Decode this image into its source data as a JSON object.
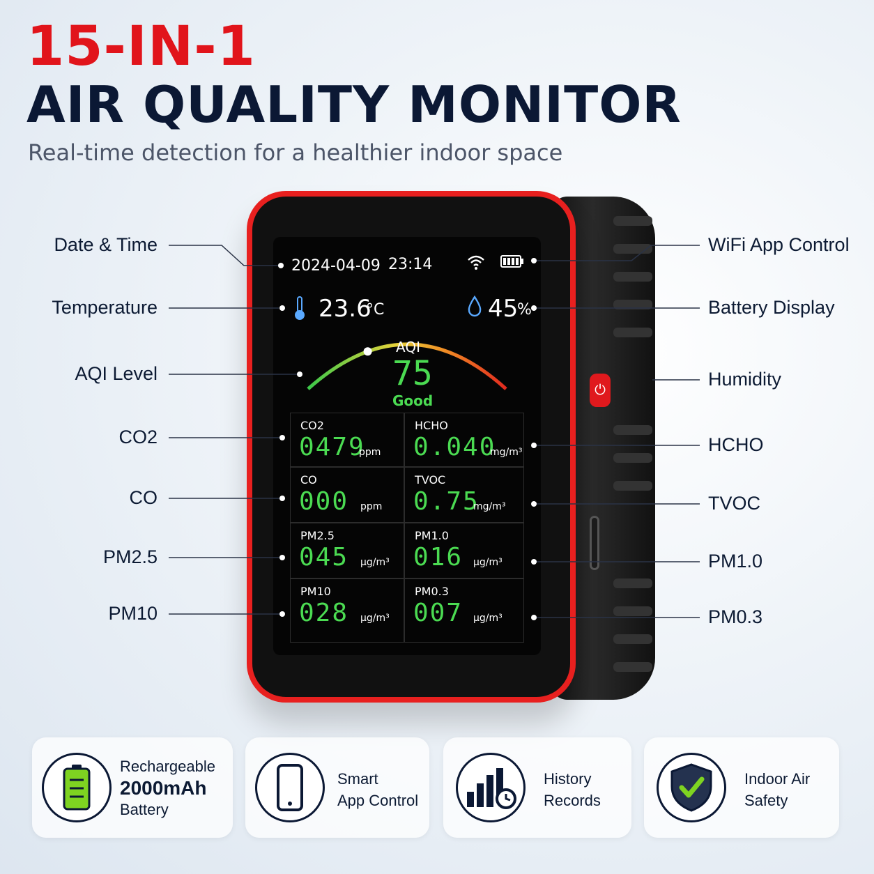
{
  "header": {
    "title_line1": "15-IN-1",
    "title_line2": "AIR QUALITY MONITOR",
    "subtitle": "Real-time detection for a healthier indoor space"
  },
  "screen": {
    "date": "2024-04-09",
    "time": "23:14",
    "temperature": "23.6",
    "temperature_unit": "°C",
    "humidity": "45",
    "humidity_unit": "%",
    "aqi_label": "AQI",
    "aqi_value": "75",
    "aqi_status": "Good",
    "aqi_level_fraction": 0.3,
    "tiles": [
      {
        "label": "CO2",
        "value": "0479",
        "unit": "ppm"
      },
      {
        "label": "HCHO",
        "value": "0.040",
        "unit": "mg/m³"
      },
      {
        "label": "CO",
        "value": "000",
        "unit": "ppm"
      },
      {
        "label": "TVOC",
        "value": "0.75",
        "unit": "mg/m³"
      },
      {
        "label": "PM2.5",
        "value": "045",
        "unit": "µg/m³"
      },
      {
        "label": "PM1.0",
        "value": "016",
        "unit": "µg/m³"
      },
      {
        "label": "PM10",
        "value": "028",
        "unit": "µg/m³"
      },
      {
        "label": "PM0.3",
        "value": "007",
        "unit": "µg/m³"
      }
    ],
    "icons": {
      "wifi": "wifi-icon",
      "battery": "battery-icon",
      "thermometer": "thermometer-icon",
      "droplet": "droplet-icon",
      "power": "power-icon"
    }
  },
  "callouts": {
    "left": [
      "Date & Time",
      "Temperature",
      "AQI Level",
      "CO2",
      "CO",
      "PM2.5",
      "PM10"
    ],
    "right": [
      "WiFi App Control",
      "Battery Display",
      "Humidity",
      "HCHO",
      "TVOC",
      "PM1.0",
      "PM0.3"
    ]
  },
  "features": [
    {
      "line1": "Rechargeable",
      "line2": "2000mAh",
      "line3": "Battery",
      "icon": "battery-icon"
    },
    {
      "line1": "Smart",
      "line2": "App Control",
      "icon": "phone-icon"
    },
    {
      "line1": "History",
      "line2": "Records",
      "icon": "bar-chart-clock-icon"
    },
    {
      "line1": "Indoor Air",
      "line2": "Safety",
      "icon": "shield-check-icon"
    }
  ],
  "colors": {
    "accent_red": "#e1141b",
    "navy": "#0b1834",
    "screen_green": "#4bdb52",
    "device_red": "#e8201f"
  }
}
